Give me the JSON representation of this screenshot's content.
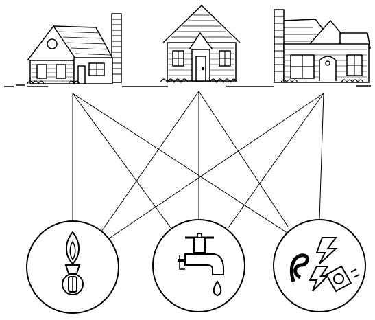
{
  "diagram": {
    "houses": [
      {
        "id": "house-left",
        "icon": "cottage-house-icon"
      },
      {
        "id": "house-middle",
        "icon": "cape-house-icon"
      },
      {
        "id": "house-right",
        "icon": "bungalow-house-icon"
      }
    ],
    "utilities": [
      {
        "id": "gas",
        "icon": "gas-flame-icon"
      },
      {
        "id": "water",
        "icon": "water-faucet-icon"
      },
      {
        "id": "electricity",
        "icon": "electric-plug-icon"
      }
    ],
    "connections": [
      [
        "house-left",
        "gas"
      ],
      [
        "house-left",
        "water"
      ],
      [
        "house-left",
        "electricity"
      ],
      [
        "house-middle",
        "gas"
      ],
      [
        "house-middle",
        "water"
      ],
      [
        "house-middle",
        "electricity"
      ],
      [
        "house-right",
        "gas"
      ],
      [
        "house-right",
        "water"
      ],
      [
        "house-right",
        "electricity"
      ]
    ],
    "colors": {
      "ink": "#000000",
      "paper": "#ffffff"
    }
  }
}
